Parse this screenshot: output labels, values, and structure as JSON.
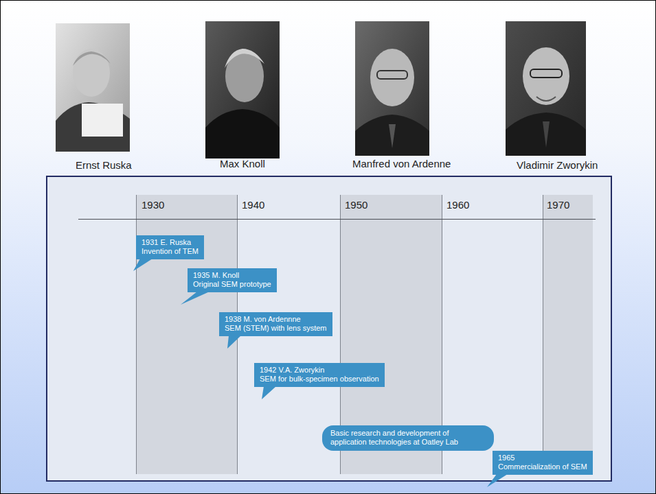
{
  "diagram": {
    "nodes": [
      {
        "text": [
          "1931 E. Ruska",
          "Invention of TEM"
        ]
      },
      {
        "text": [
          "1935 M. Knoll",
          "Original SEM prototype"
        ]
      },
      {
        "text": [
          "1938 M. von Ardennne",
          "SEM (STEM) with lens system"
        ]
      },
      {
        "text": [
          "1942 V.A. Zworykin",
          "SEM for bulk-specimen observation"
        ]
      },
      {
        "text": [
          "Basic research and development of application technologies at Oatley Lab"
        ]
      },
      {
        "text": [
          "1965",
          "Commercialization of SEM"
        ]
      }
    ],
    "labels": [
      "Ernst Ruska",
      "Max Knoll",
      "Manfred von Ardenne",
      "Vladimir Zworykin",
      "1930",
      "1940",
      "1950",
      "1960",
      "1970"
    ]
  }
}
